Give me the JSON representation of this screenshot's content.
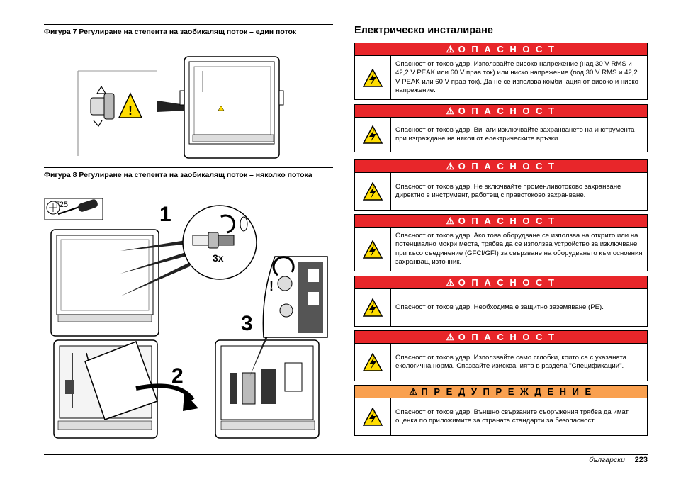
{
  "figure7": {
    "caption": "Фигура 7  Регулиране на степента на заобикалящ поток – един поток"
  },
  "figure8": {
    "caption": "Фигура 8  Регулиране на степента на заобикалящ поток – няколко потока",
    "tool_label": "T25",
    "steps": [
      "1",
      "2",
      "3"
    ],
    "repeat_label": "3x"
  },
  "section_title": "Електрическо инсталиране",
  "hazards": [
    {
      "type": "danger",
      "header": "О П А С Н О С Т",
      "text": "Опасност от токов удар. Използвайте високо напрежение (над 30 V RMS и 42,2 V PEAK или 60 V прав ток) или ниско напрежение (под 30 V RMS и 42,2 V PEAK или 60 V прав ток). Да не се използва комбинация от високо и ниско напрежение."
    },
    {
      "type": "danger",
      "header": "О П А С Н О С Т",
      "text": "Опасност от токов удар. Винаги изключвайте захранването на инструмента при изграждане на някоя от електрическите връзки."
    },
    {
      "type": "danger",
      "header": "О П А С Н О С Т",
      "text": "Опасност от токов удар. Не включвайте променливотоково захранване директно в инструмент, работещ с правотоково захранване."
    },
    {
      "type": "danger",
      "header": "О П А С Н О С Т",
      "text": "Опасност от токов удар. Ако това оборудване се използва на открито или на потенциално мокри места, трябва да се използва устройство за изключване при късо съединение (GFCI/GFI) за свързване на оборудването към основния захранващ източник."
    },
    {
      "type": "danger",
      "header": "О П А С Н О С Т",
      "text": "Опасност от токов удар. Необходима е защитно заземяване (PE)."
    },
    {
      "type": "danger",
      "header": "О П А С Н О С Т",
      "text": "Опасност от токов удар. Използвайте само сглобки, които са с указаната екологична норма. Спазвайте изискванията в раздела \"Спецификации\"."
    },
    {
      "type": "warning",
      "header": "П Р Е Д У П Р Е Ж Д Е Н И Е",
      "text": "Опасност от токов удар. Външно свързаните съоръжения трябва да имат оценка по приложимите за страната стандарти за безопасност."
    }
  ],
  "footer": {
    "language": "български",
    "page": "223"
  },
  "colors": {
    "danger": "#e8262a",
    "warning": "#f9a04f",
    "hazard_yellow": "#ffdd00"
  }
}
